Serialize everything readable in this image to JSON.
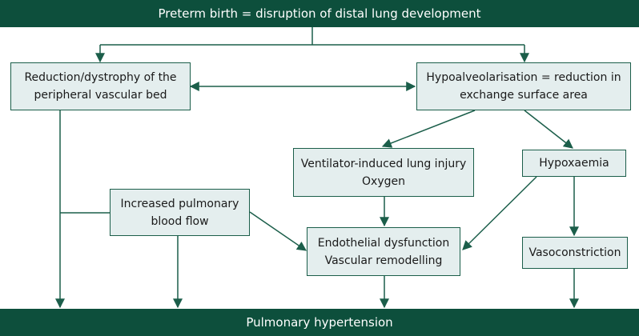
{
  "header": {
    "text": "Preterm birth = disruption of distal lung development"
  },
  "footer": {
    "text": "Pulmonary hypertension"
  },
  "nodes": {
    "vascular_bed": [
      "Reduction/dystrophy of the",
      "peripheral vascular bed"
    ],
    "hypoalveolarisation": [
      "Hypoalveolarisation = reduction in",
      "exchange surface area"
    ],
    "ventilator_injury": [
      "Ventilator-induced lung injury",
      "Oxygen"
    ],
    "hypoxaemia": [
      "Hypoxaemia"
    ],
    "pulmonary_blood_flow": [
      "Increased pulmonary",
      "blood flow"
    ],
    "endothelial": [
      "Endothelial dysfunction",
      "Vascular remodelling"
    ],
    "vasoconstriction": [
      "Vasoconstriction"
    ]
  },
  "colors": {
    "band": "#0d4f3c",
    "box_fill": "#e4eeee",
    "box_border": "#1b5e4a",
    "line": "#1b5e4a"
  }
}
